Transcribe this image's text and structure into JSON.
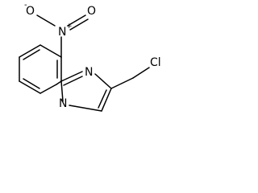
{
  "molecule": {
    "atoms": {
      "nitro_n": "N",
      "nitro_n_charge": "+",
      "nitro_o_single": "O",
      "nitro_o_single_charge": "-",
      "nitro_o_double": "O",
      "imidazole_n": "N",
      "bridgehead_n": "N",
      "chlorine": "Cl"
    },
    "colors": {
      "ink": "#000000",
      "background": "#ffffff"
    }
  }
}
